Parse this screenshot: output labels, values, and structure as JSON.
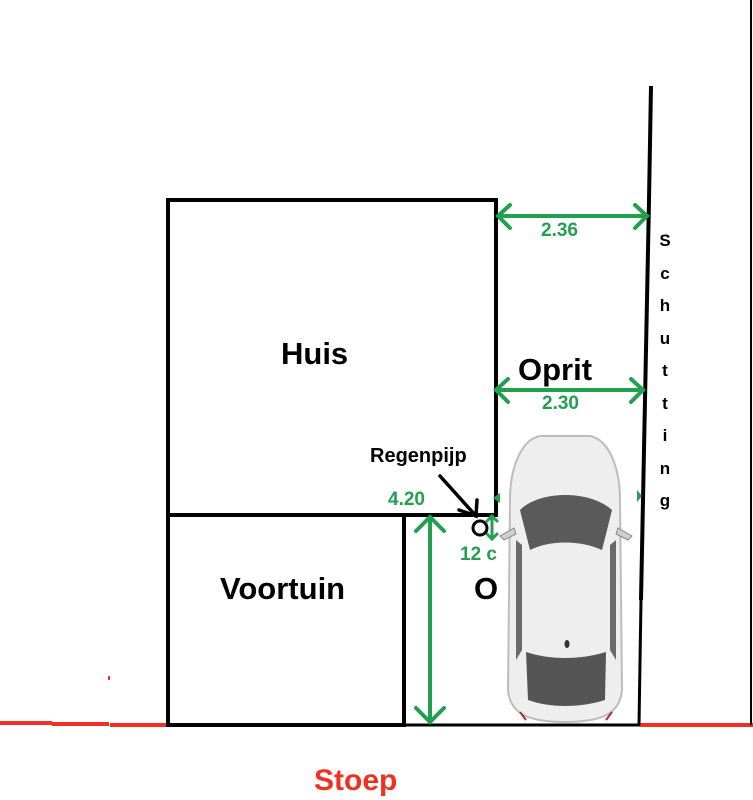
{
  "labels": {
    "house": "Huis",
    "driveway": "Oprit",
    "front_garden": "Voortuin",
    "downpipe": "Regenpijp",
    "sidewalk": "Stoep",
    "driveway_cut": "O",
    "fence_letters": [
      "S",
      "c",
      "h",
      "u",
      "t",
      "t",
      "i",
      "n",
      "g"
    ]
  },
  "dimensions": {
    "driveway_width_top": "2.36",
    "driveway_width_mid": "2.30",
    "front_depth": "4.20",
    "downpipe_offset": "12 c"
  },
  "colors": {
    "outline": "#000000",
    "dimension": "#22a050",
    "sidewalk": "#f03020",
    "background": "#ffffff"
  }
}
